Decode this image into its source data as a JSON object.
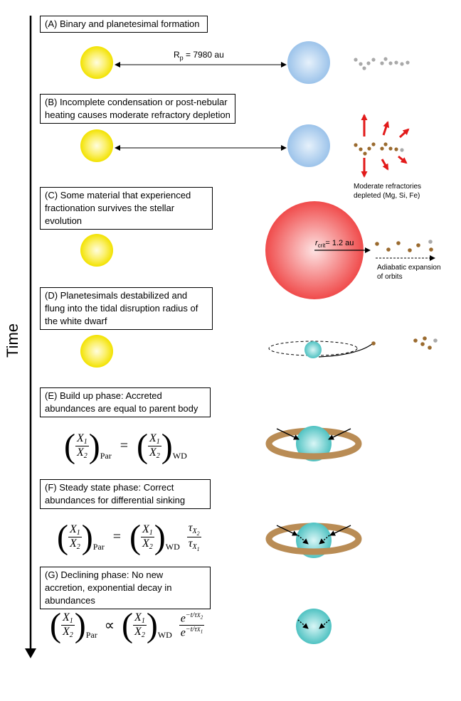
{
  "time_label": "Time",
  "panels": {
    "a": {
      "caption": "(A) Binary and planetesimal formation",
      "separation": "R"
    },
    "b": {
      "caption": "(B) Incomplete condensation or post-nebular heating causes moderate refractory depletion",
      "note_line1": "Moderate refractories",
      "note_line2": "depleted (Mg, Si, Fe)"
    },
    "c": {
      "caption": "(C) Some material that experienced fractionation survives the stellar evolution",
      "radius_sym": "r",
      "radius_sub": "crit",
      "radius_val": "= 1.2 au",
      "note_line1": "Adiabatic expansion",
      "note_line2": "of orbits"
    },
    "d": {
      "caption": "(D) Planetesimals destabilized and flung into the tidal disruption radius of the white dwarf"
    },
    "e": {
      "caption": "(E) Build up phase: Accreted abundances are equal to parent body"
    },
    "f": {
      "caption": "(F) Steady state phase: Correct abundances for differential sinking"
    },
    "g": {
      "caption": "(G) Declining phase: No new accretion, exponential decay in abundances"
    }
  },
  "sep_sub": "p",
  "sep_val": " = 7980 au",
  "eq": {
    "x1": "X",
    "x1_sub": "1",
    "x2": "X",
    "x2_sub": "2",
    "par": "Par",
    "wd": "WD",
    "equals": "=",
    "propto": "∝",
    "tau": "τ",
    "e": "e",
    "t": "−t/τ"
  },
  "colors": {
    "star_yellow": "#f7ec1a",
    "companion_blue": "#b9d6f2",
    "giant_red": "#f45c5c",
    "white_dwarf": "#6fcfcf",
    "disk_brown": "#b98c55",
    "pebble_brown": "#9a6a2e",
    "pebble_grey": "#a9a9a9",
    "arrow_red": "#e21a1a"
  }
}
